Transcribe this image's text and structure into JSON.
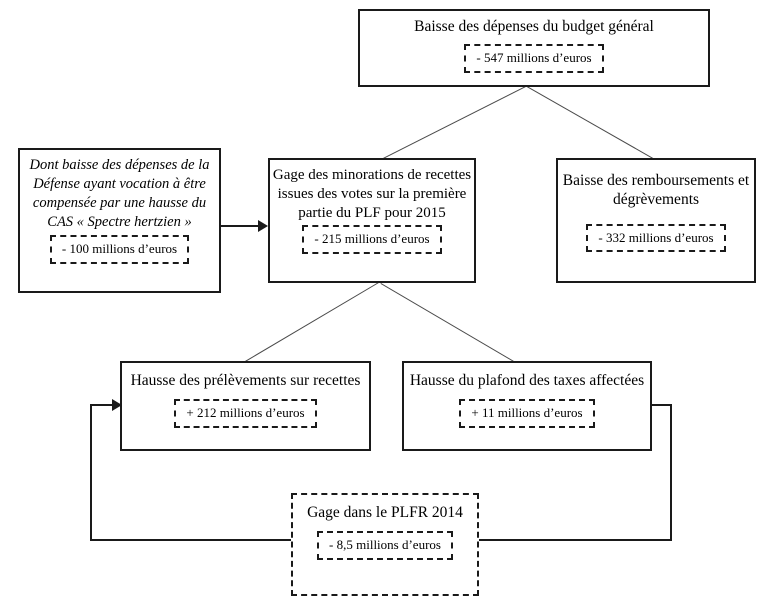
{
  "diagram": {
    "nodes": {
      "budget": {
        "title": "Baisse des dépenses du budget général",
        "value": "- 547 millions d’euros"
      },
      "defense": {
        "title": "Dont baisse des dépenses de la Défense ayant vocation à être compensée par une hausse du CAS « Spectre hertzien »",
        "value": "- 100 millions d’euros"
      },
      "gage_plf": {
        "title": "Gage des minorations de recettes issues des votes sur la première partie du PLF pour 2015",
        "value": "- 215 millions d’euros"
      },
      "remboursements": {
        "title": "Baisse des remboursements et dégrèvements",
        "value": "- 332 millions d’euros"
      },
      "prelevements": {
        "title": "Hausse des prélèvements sur recettes",
        "value": "+ 212 millions d’euros"
      },
      "plafond_taxes": {
        "title": "Hausse du plafond des taxes affectées",
        "value": "+ 11 millions d’euros"
      },
      "gage_plfr": {
        "title": "Gage dans le PLFR 2014",
        "value": "- 8,5 millions d’euros"
      }
    },
    "colors": {
      "border": "#1a1a1a",
      "connector": "#4a4a4a",
      "background": "#ffffff"
    }
  }
}
